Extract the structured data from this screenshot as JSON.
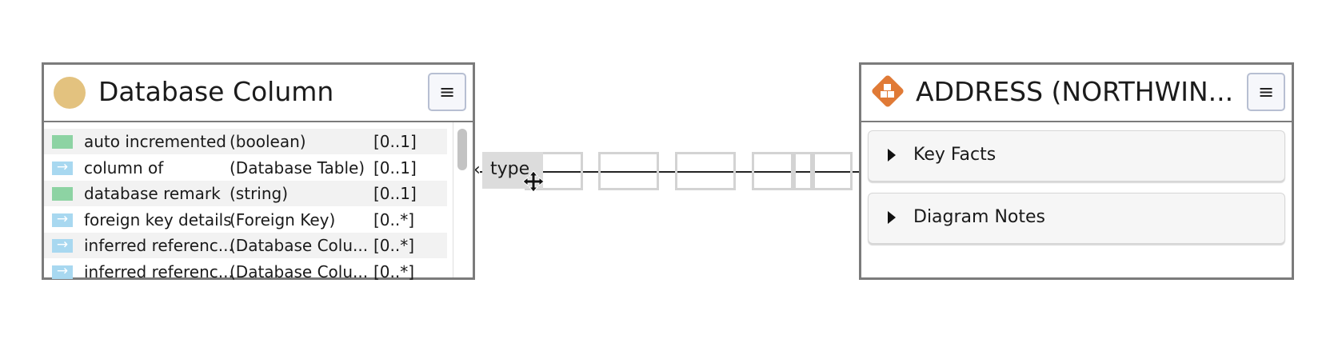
{
  "left_card": {
    "title": "Database Column",
    "menu_icon": "menu-icon",
    "attributes": [
      {
        "name": "auto incremented",
        "type": "(boolean)",
        "cardinality": "[0..1]",
        "kind": "primitive"
      },
      {
        "name": "column of",
        "type": "(Database Table)",
        "cardinality": "[0..1]",
        "kind": "reference"
      },
      {
        "name": "database remark",
        "type": "(string)",
        "cardinality": "[0..1]",
        "kind": "primitive"
      },
      {
        "name": "foreign key details",
        "type": "(Foreign Key)",
        "cardinality": "[0..*]",
        "kind": "reference"
      },
      {
        "name": "inferred referenc...",
        "type": "(Database Colu...",
        "cardinality": "[0..*]",
        "kind": "reference"
      },
      {
        "name": "inferred referenc...",
        "type": "(Database Colu...",
        "cardinality": "[0..*]",
        "kind": "reference"
      }
    ]
  },
  "right_card": {
    "title": "ADDRESS (NORTHWIN...",
    "logo_color": "#e07a36",
    "sections": [
      {
        "label": "Key Facts"
      },
      {
        "label": "Diagram Notes"
      }
    ]
  },
  "connector": {
    "label": "type"
  },
  "colors": {
    "primitive_icon": "#8dd3a3",
    "reference_icon": "#a8d8f0",
    "class_dot": "#e3c27f",
    "border": "#7b7b7b"
  }
}
